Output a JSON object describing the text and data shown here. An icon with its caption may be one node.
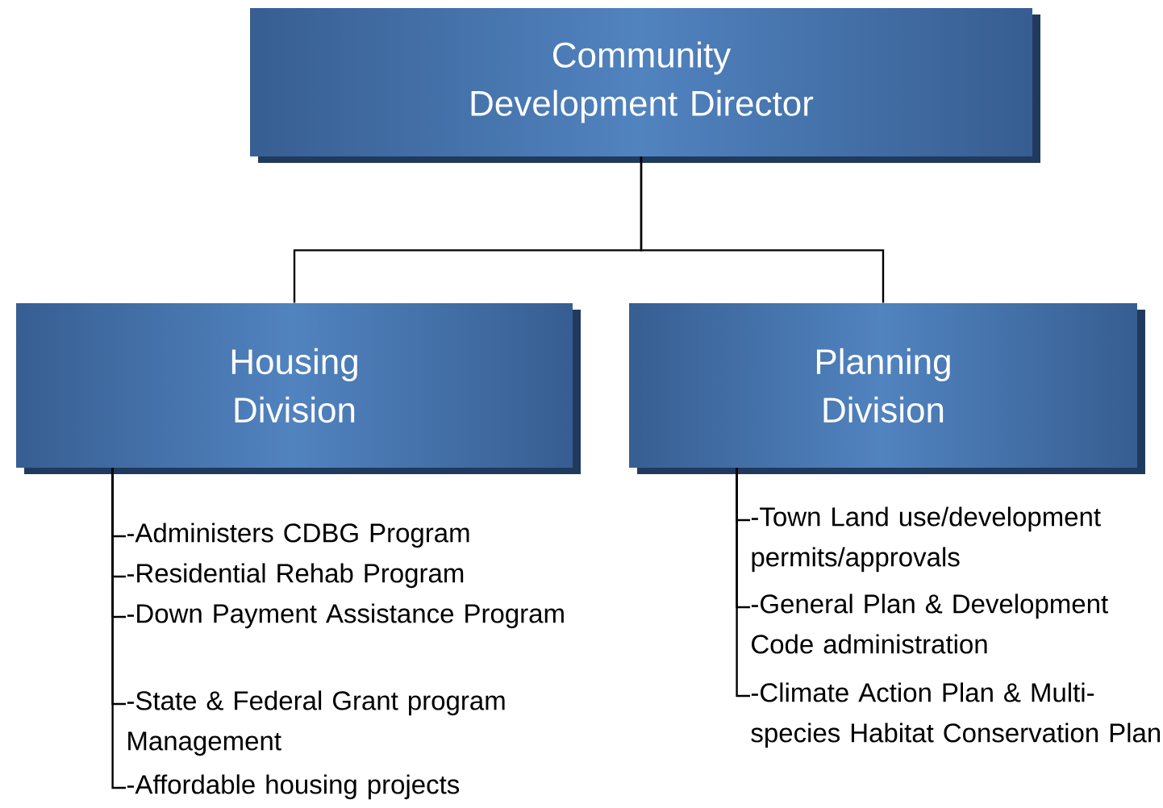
{
  "diagram": {
    "nodes": [
      {
        "text": [
          "Community Development Director"
        ]
      },
      {
        "text": [
          "Housing Division"
        ]
      },
      {
        "text": [
          "Planning Division"
        ]
      },
      {
        "text": [
          "-Administers CDBG Program"
        ]
      },
      {
        "text": [
          "-Residential Rehab Program"
        ]
      },
      {
        "text": [
          "-Down Payment Assistance Program"
        ]
      },
      {
        "text": [
          "-State & Federal Grant program Management"
        ]
      },
      {
        "text": [
          "-Affordable housing projects"
        ]
      },
      {
        "text": [
          "-Town Land use/development permits/approvals"
        ]
      },
      {
        "text": [
          "-General Plan & Development Code administration"
        ]
      },
      {
        "text": [
          "-Climate Action Plan & Multi-species Habitat Conservation Plan"
        ]
      }
    ],
    "edges": [
      {
        "from": 0,
        "to": 1,
        "arrow": "none"
      },
      {
        "from": 0,
        "to": 2,
        "arrow": "none"
      },
      {
        "from": 1,
        "to": 3,
        "arrow": "none"
      },
      {
        "from": 1,
        "to": 4,
        "arrow": "none"
      },
      {
        "from": 1,
        "to": 5,
        "arrow": "none"
      },
      {
        "from": 1,
        "to": 6,
        "arrow": "none"
      },
      {
        "from": 1,
        "to": 7,
        "arrow": "none"
      },
      {
        "from": 2,
        "to": 8,
        "arrow": "none"
      },
      {
        "from": 2,
        "to": 9,
        "arrow": "none"
      },
      {
        "from": 2,
        "to": 10,
        "arrow": "none"
      }
    ]
  }
}
